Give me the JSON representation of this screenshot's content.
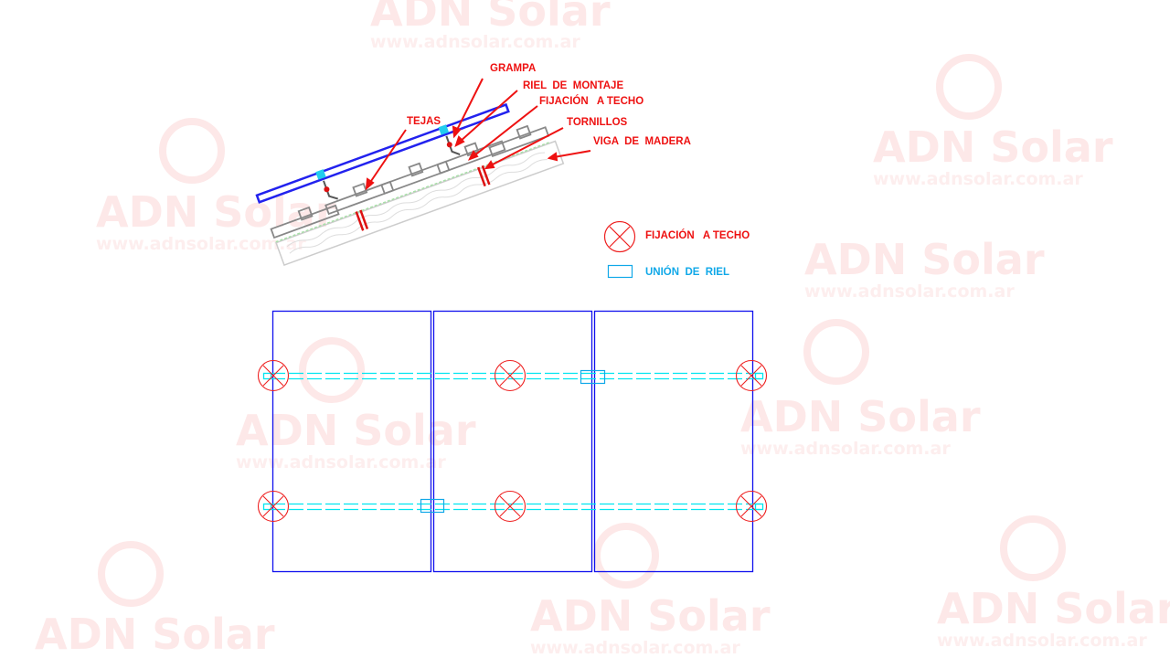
{
  "watermark": {
    "brand": "ADN Solar",
    "url": "www.adnsolar.com.ar"
  },
  "section_labels": {
    "grampa": "GRAMPA",
    "riel_montaje": "RIEL  DE  MONTAJE",
    "fijacion": "FIJACIÓN   A TECHO",
    "tornillos": "TORNILLOS",
    "viga": "VIGA  DE  MADERA",
    "tejas": "TEJAS"
  },
  "legend": {
    "fijacion": "FIJACIÓN   A TECHO",
    "union": "UNIÓN  DE  RIEL"
  },
  "colors": {
    "panel": "#1010ee",
    "rail": "#00e5f0",
    "fixing": "#ee2020",
    "union": "#10a8e8",
    "label": "#ee1111"
  }
}
